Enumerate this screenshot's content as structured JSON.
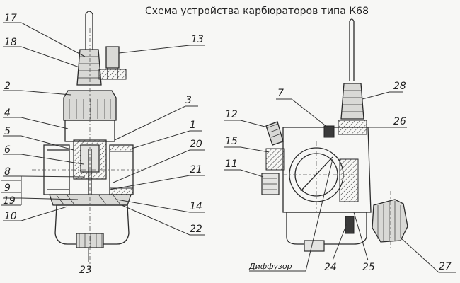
{
  "title": "Схема устройства карбюраторов типа К68",
  "labels": {
    "l1": "1",
    "l2": "2",
    "l3": "3",
    "l4": "4",
    "l5": "5",
    "l6": "6",
    "l7": "7",
    "l8": "8",
    "l9": "9",
    "l10": "10",
    "l11": "11",
    "l12": "12",
    "l13": "13",
    "l14": "14",
    "l15": "15",
    "l17": "17",
    "l18": "18",
    "l19": "19",
    "l20": "20",
    "l21": "21",
    "l22": "22",
    "l23": "23",
    "l24": "24",
    "l25": "25",
    "l26": "26",
    "l27": "27",
    "l28": "28",
    "diffuser": "Диффузор"
  }
}
